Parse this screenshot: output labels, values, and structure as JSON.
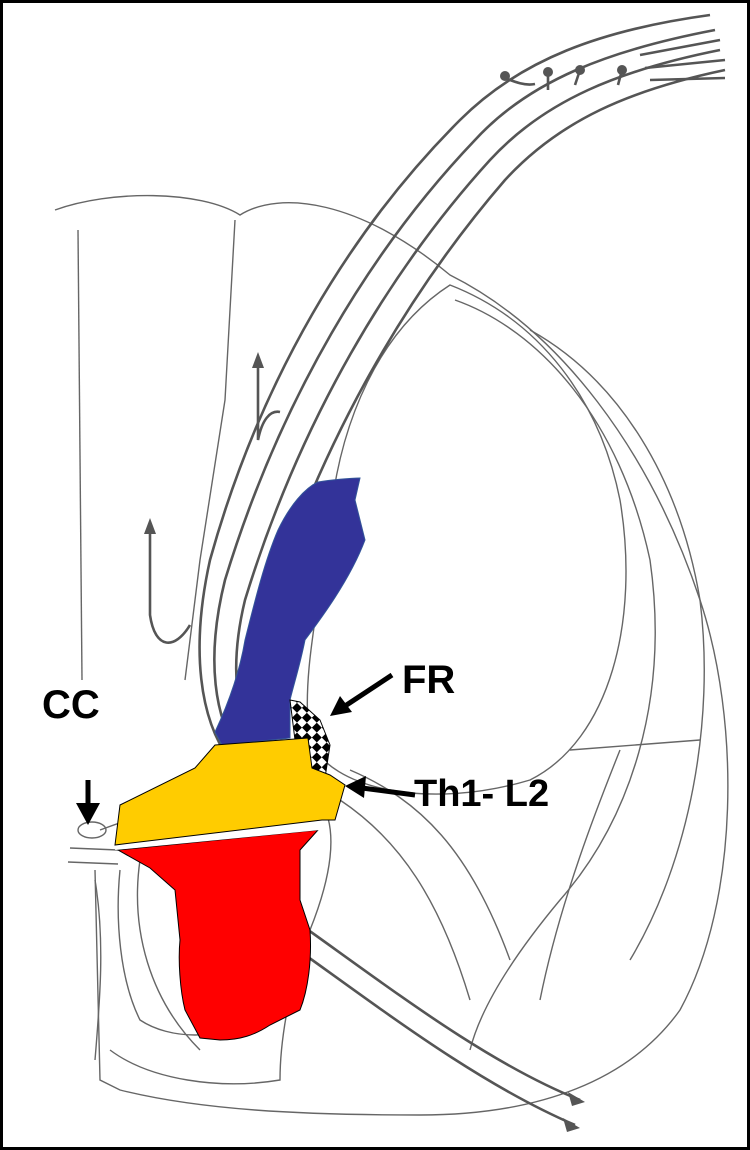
{
  "labels": {
    "cc": "CC",
    "fr": "FR",
    "th1_l2": "Th1- L2"
  },
  "colors": {
    "border": "#000000",
    "blue_region": "#333399",
    "yellow_region": "#FFCC00",
    "red_region": "#FF0000",
    "checker_region": "#000000",
    "outline": "#666666"
  },
  "icons": {
    "arrow": "arrow-icon",
    "checker": "checkerboard-pattern"
  }
}
